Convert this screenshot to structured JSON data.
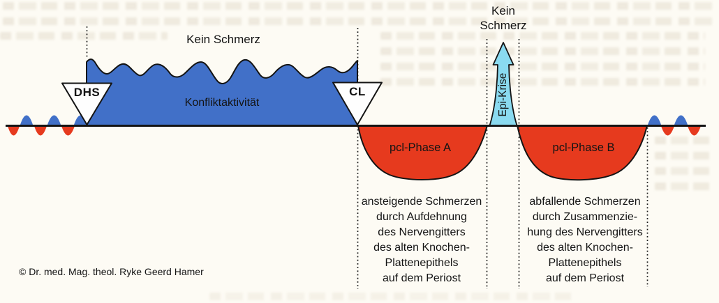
{
  "diagram": {
    "copyright": "© Dr. med. Mag. theol. Ryke Geerd Hamer",
    "timeline": {
      "no_pain_conflict_phase": "Kein Schmerz",
      "no_pain_crisis_line1": "Kein",
      "no_pain_crisis_line2": "Schmerz",
      "dhs_label": "DHS",
      "cl_label": "CL",
      "conflict_activity_label": "Konfliktaktivität",
      "epi_crisis_label": "Epi-Krise",
      "phase_a_label": "pcl-Phase A",
      "phase_b_label": "pcl-Phase B"
    },
    "notes": {
      "phase_a": [
        "ansteigende Schmerzen",
        "durch Aufdehnung",
        "des Nervengitters",
        "des alten Knochen-",
        "Plattenepithels",
        "auf dem Periost"
      ],
      "phase_b": [
        "abfallende Schmerzen",
        "durch Zusammenzie-",
        "hung des Nervengitters",
        "des alten Knochen-",
        "Plattenepithels",
        "auf dem Periost"
      ]
    },
    "colors": {
      "conflict_blue": "#4170c8",
      "pcl_red": "#e63a1e",
      "epi_crisis_cyan": "#8adaf0",
      "line_black": "#141414",
      "background": "#fdfbf4"
    }
  }
}
